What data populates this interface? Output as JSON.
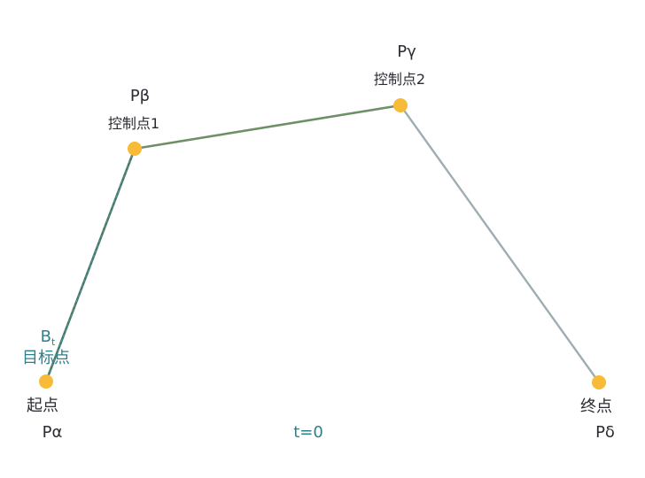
{
  "colors": {
    "background": "#ffffff",
    "control_polygon": "#9fadb2",
    "segment_ab": "#3f7a78",
    "segment_bc": "#6f8f68",
    "point_fill": "#f7bb38",
    "label_dark": "#2b2b33",
    "label_teal": "#2f7f8a"
  },
  "points": {
    "p_alpha": {
      "name": "Pα",
      "role": "起点"
    },
    "p_beta": {
      "name": "Pβ",
      "role": "控制点1"
    },
    "p_gamma": {
      "name": "Pγ",
      "role": "控制点2"
    },
    "p_delta": {
      "name": "Pδ",
      "role": "终点"
    }
  },
  "target": {
    "symbol": "B",
    "subscript": "t",
    "role": "目标点"
  },
  "parameter": {
    "label": "t=0",
    "t": 0
  }
}
